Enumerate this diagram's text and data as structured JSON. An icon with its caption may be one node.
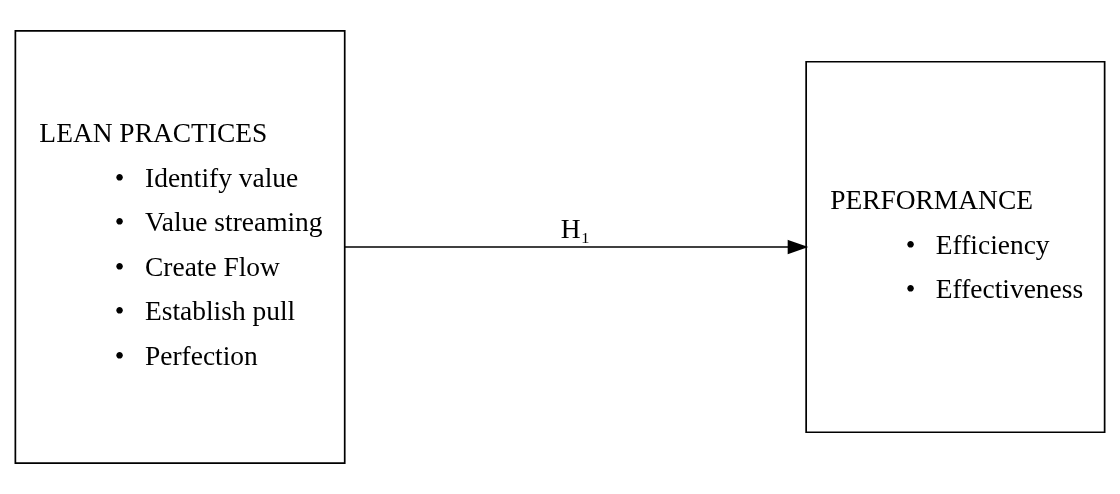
{
  "diagram": {
    "nodes": [
      {
        "text": [
          "LEAN PRACTICES",
          "•  Identify value",
          "•  Value streaming",
          "•  Create Flow",
          "•  Establish pull",
          "•  Perfection"
        ]
      },
      {
        "text": [
          "PERFORMANCE",
          "•  Efficiency",
          "•  Effectiveness"
        ]
      }
    ],
    "edges": [
      {
        "from": 0,
        "to": 1,
        "arrow": "to",
        "label": "H₁"
      }
    ]
  }
}
